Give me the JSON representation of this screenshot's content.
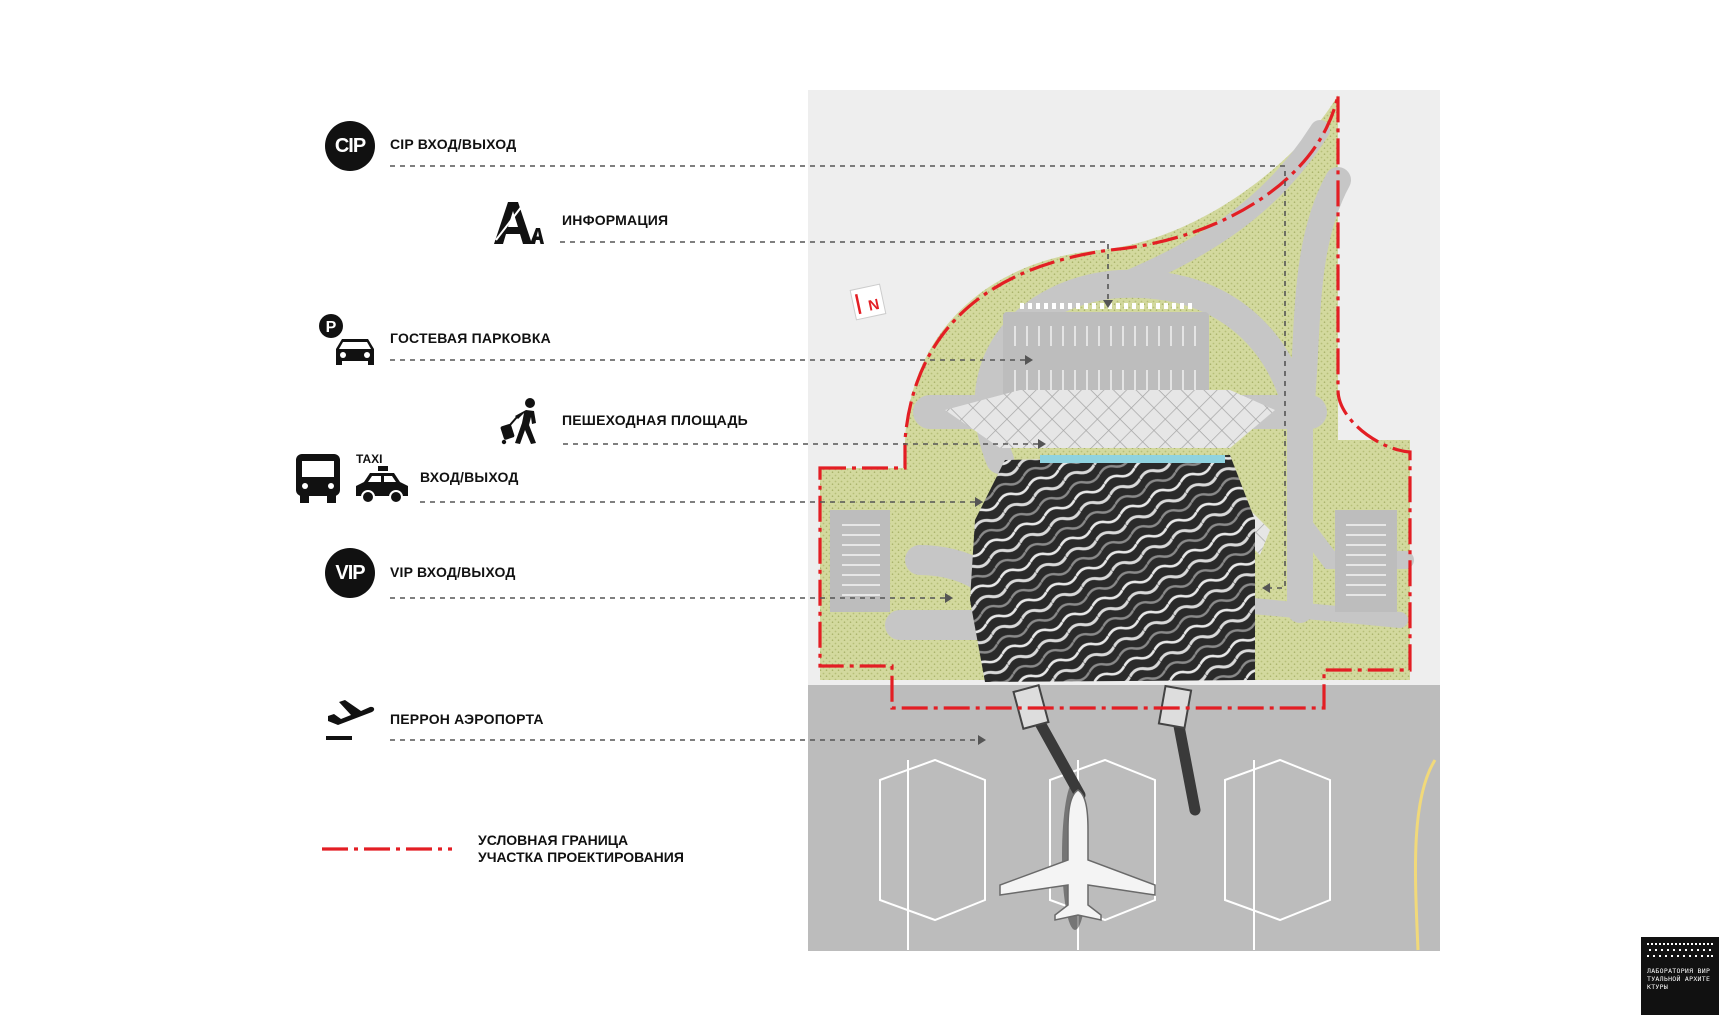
{
  "legend": {
    "cip": {
      "badge": "CIP",
      "label": "CIP  ВХОД/ВЫХОД",
      "icon": "cip-badge-icon"
    },
    "info": {
      "badge": "A",
      "label": "ИНФОРМАЦИЯ",
      "icon": "information-icon"
    },
    "parking": {
      "badge": "P",
      "label": "ГОСТЕВАЯ ПАРКОВКА",
      "icon": "car-parking-icon"
    },
    "pedestrian": {
      "label": "ПЕШЕХОДНАЯ ПЛОЩАДЬ",
      "icon": "walking-person-luggage-icon"
    },
    "transport": {
      "taxi": "TAXI",
      "label": "ВХОД/ВЫХОД",
      "icons": [
        "bus-icon",
        "taxi-icon"
      ]
    },
    "vip": {
      "badge": "VIP",
      "label": "VIP ВХОД/ВЫХОД",
      "icon": "vip-badge-icon"
    },
    "apron": {
      "label": "ПЕРРОН АЭРОПОРТА",
      "icon": "plane-departure-icon"
    },
    "boundary": {
      "line1": "УСЛОВНАЯ ГРАНИЦА",
      "line2": "УЧАСТКА ПРОЕКТИРОВАНИЯ"
    }
  },
  "north_marker": {
    "symbol": "N"
  },
  "logo": {
    "text": "ЛАБОРАТОРИЯ ВИРТУАЛЬНОЙ АРХИТЕКТУРЫ"
  },
  "colors": {
    "boundary_red": "#e31e24",
    "grass": "#cfd69a",
    "road": "#c9c9c9",
    "apron": "#bdbdbd",
    "roof_dark": "#2b2b2b",
    "leader_line": "#555555"
  }
}
